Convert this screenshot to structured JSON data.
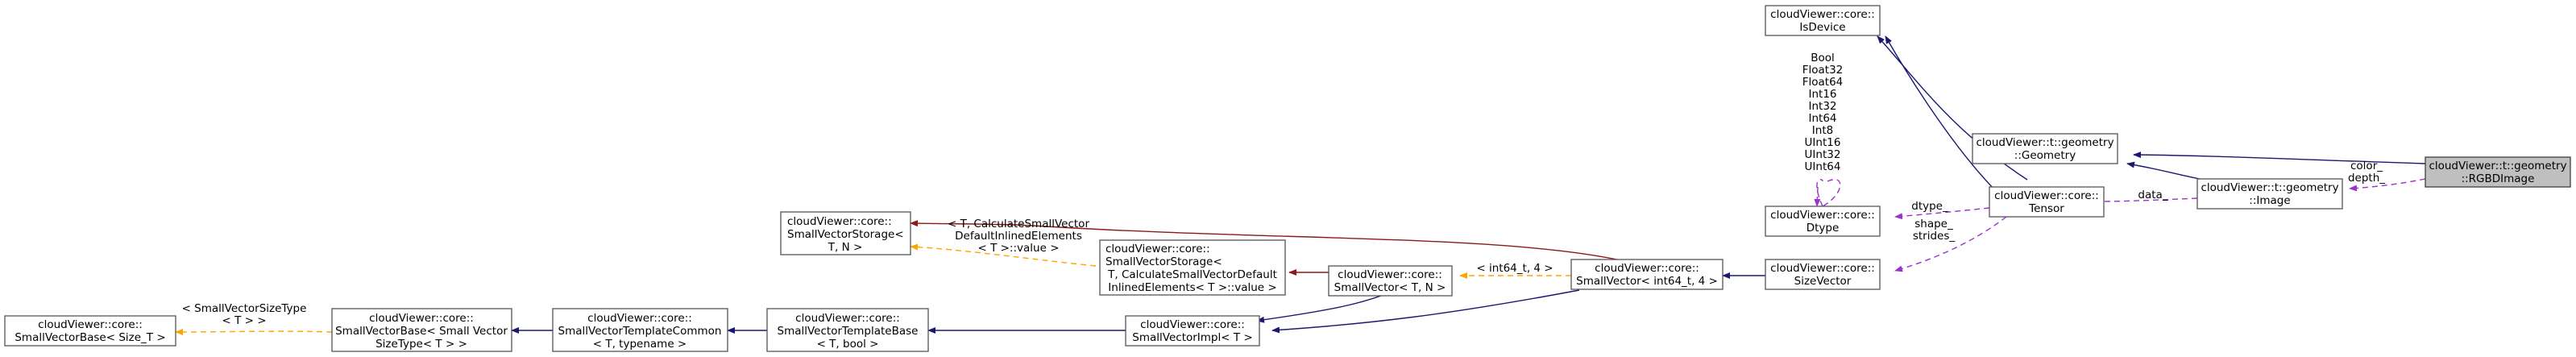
{
  "diagram": {
    "nodes": {
      "rgbd_image": [
        "cloudViewer::t::geometry",
        "::RGBDImage"
      ],
      "geometry": [
        "cloudViewer::t::geometry",
        "::Geometry"
      ],
      "image": [
        "cloudViewer::t::geometry",
        "::Image"
      ],
      "is_device": [
        "cloudViewer::core::",
        "IsDevice"
      ],
      "tensor": [
        "cloudViewer::core::",
        "Tensor"
      ],
      "dtype": [
        "cloudViewer::core::",
        "Dtype"
      ],
      "size_vector": [
        "cloudViewer::core::",
        "SizeVector"
      ],
      "small_vector_int64": [
        "cloudViewer::core::",
        "SmallVector< int64_t, 4 >"
      ],
      "small_vector_tn": [
        "cloudViewer::core::",
        "SmallVector< T, N >"
      ],
      "small_vector_impl": [
        "cloudViewer::core::",
        "SmallVectorImpl< T >"
      ],
      "small_vector_storage_default": [
        "cloudViewer::core::",
        "SmallVectorStorage<",
        " T, CalculateSmallVectorDefault",
        "InlinedElements< T >::value >"
      ],
      "small_vector_storage": [
        "cloudViewer::core::",
        "SmallVectorStorage<",
        " T, N >"
      ],
      "small_vector_template_base": [
        "cloudViewer::core::",
        "SmallVectorTemplateBase",
        "< T, bool >"
      ],
      "small_vector_template_common": [
        "cloudViewer::core::",
        "SmallVectorTemplateCommon",
        "< T, typename >"
      ],
      "small_vector_base": [
        "cloudViewer::core::",
        "SmallVectorBase< Small Vector",
        "SizeType< T > >"
      ],
      "small_vector_base_size": [
        "cloudViewer::core::",
        "SmallVectorBase< Size_T >"
      ]
    },
    "edge_labels": {
      "color_depth": [
        "color_",
        "depth_"
      ],
      "data": [
        "data_"
      ],
      "dtype": [
        "dtype_"
      ],
      "shape_strides": [
        "shape_",
        "strides_"
      ],
      "dtype_self": [
        "Bool",
        "Float32",
        "Float64",
        "Int16",
        "Int32",
        "Int64",
        "Int8",
        "UInt16",
        "UInt32",
        "UInt64"
      ],
      "int64_4": [
        "< int64_t, 4 >"
      ],
      "storage_default": [
        "< T, CalculateSmallVector",
        "DefaultInlinedElements",
        "< T >::value >"
      ],
      "size_type": [
        "< SmallVectorSizeType",
        "< T > >"
      ]
    },
    "colors": {
      "inheritance": "#191970",
      "usage": "#9a32cd",
      "template": "#ffa500",
      "storage": "#8b1a1a",
      "focus_fill": "#bfbfbf"
    }
  }
}
